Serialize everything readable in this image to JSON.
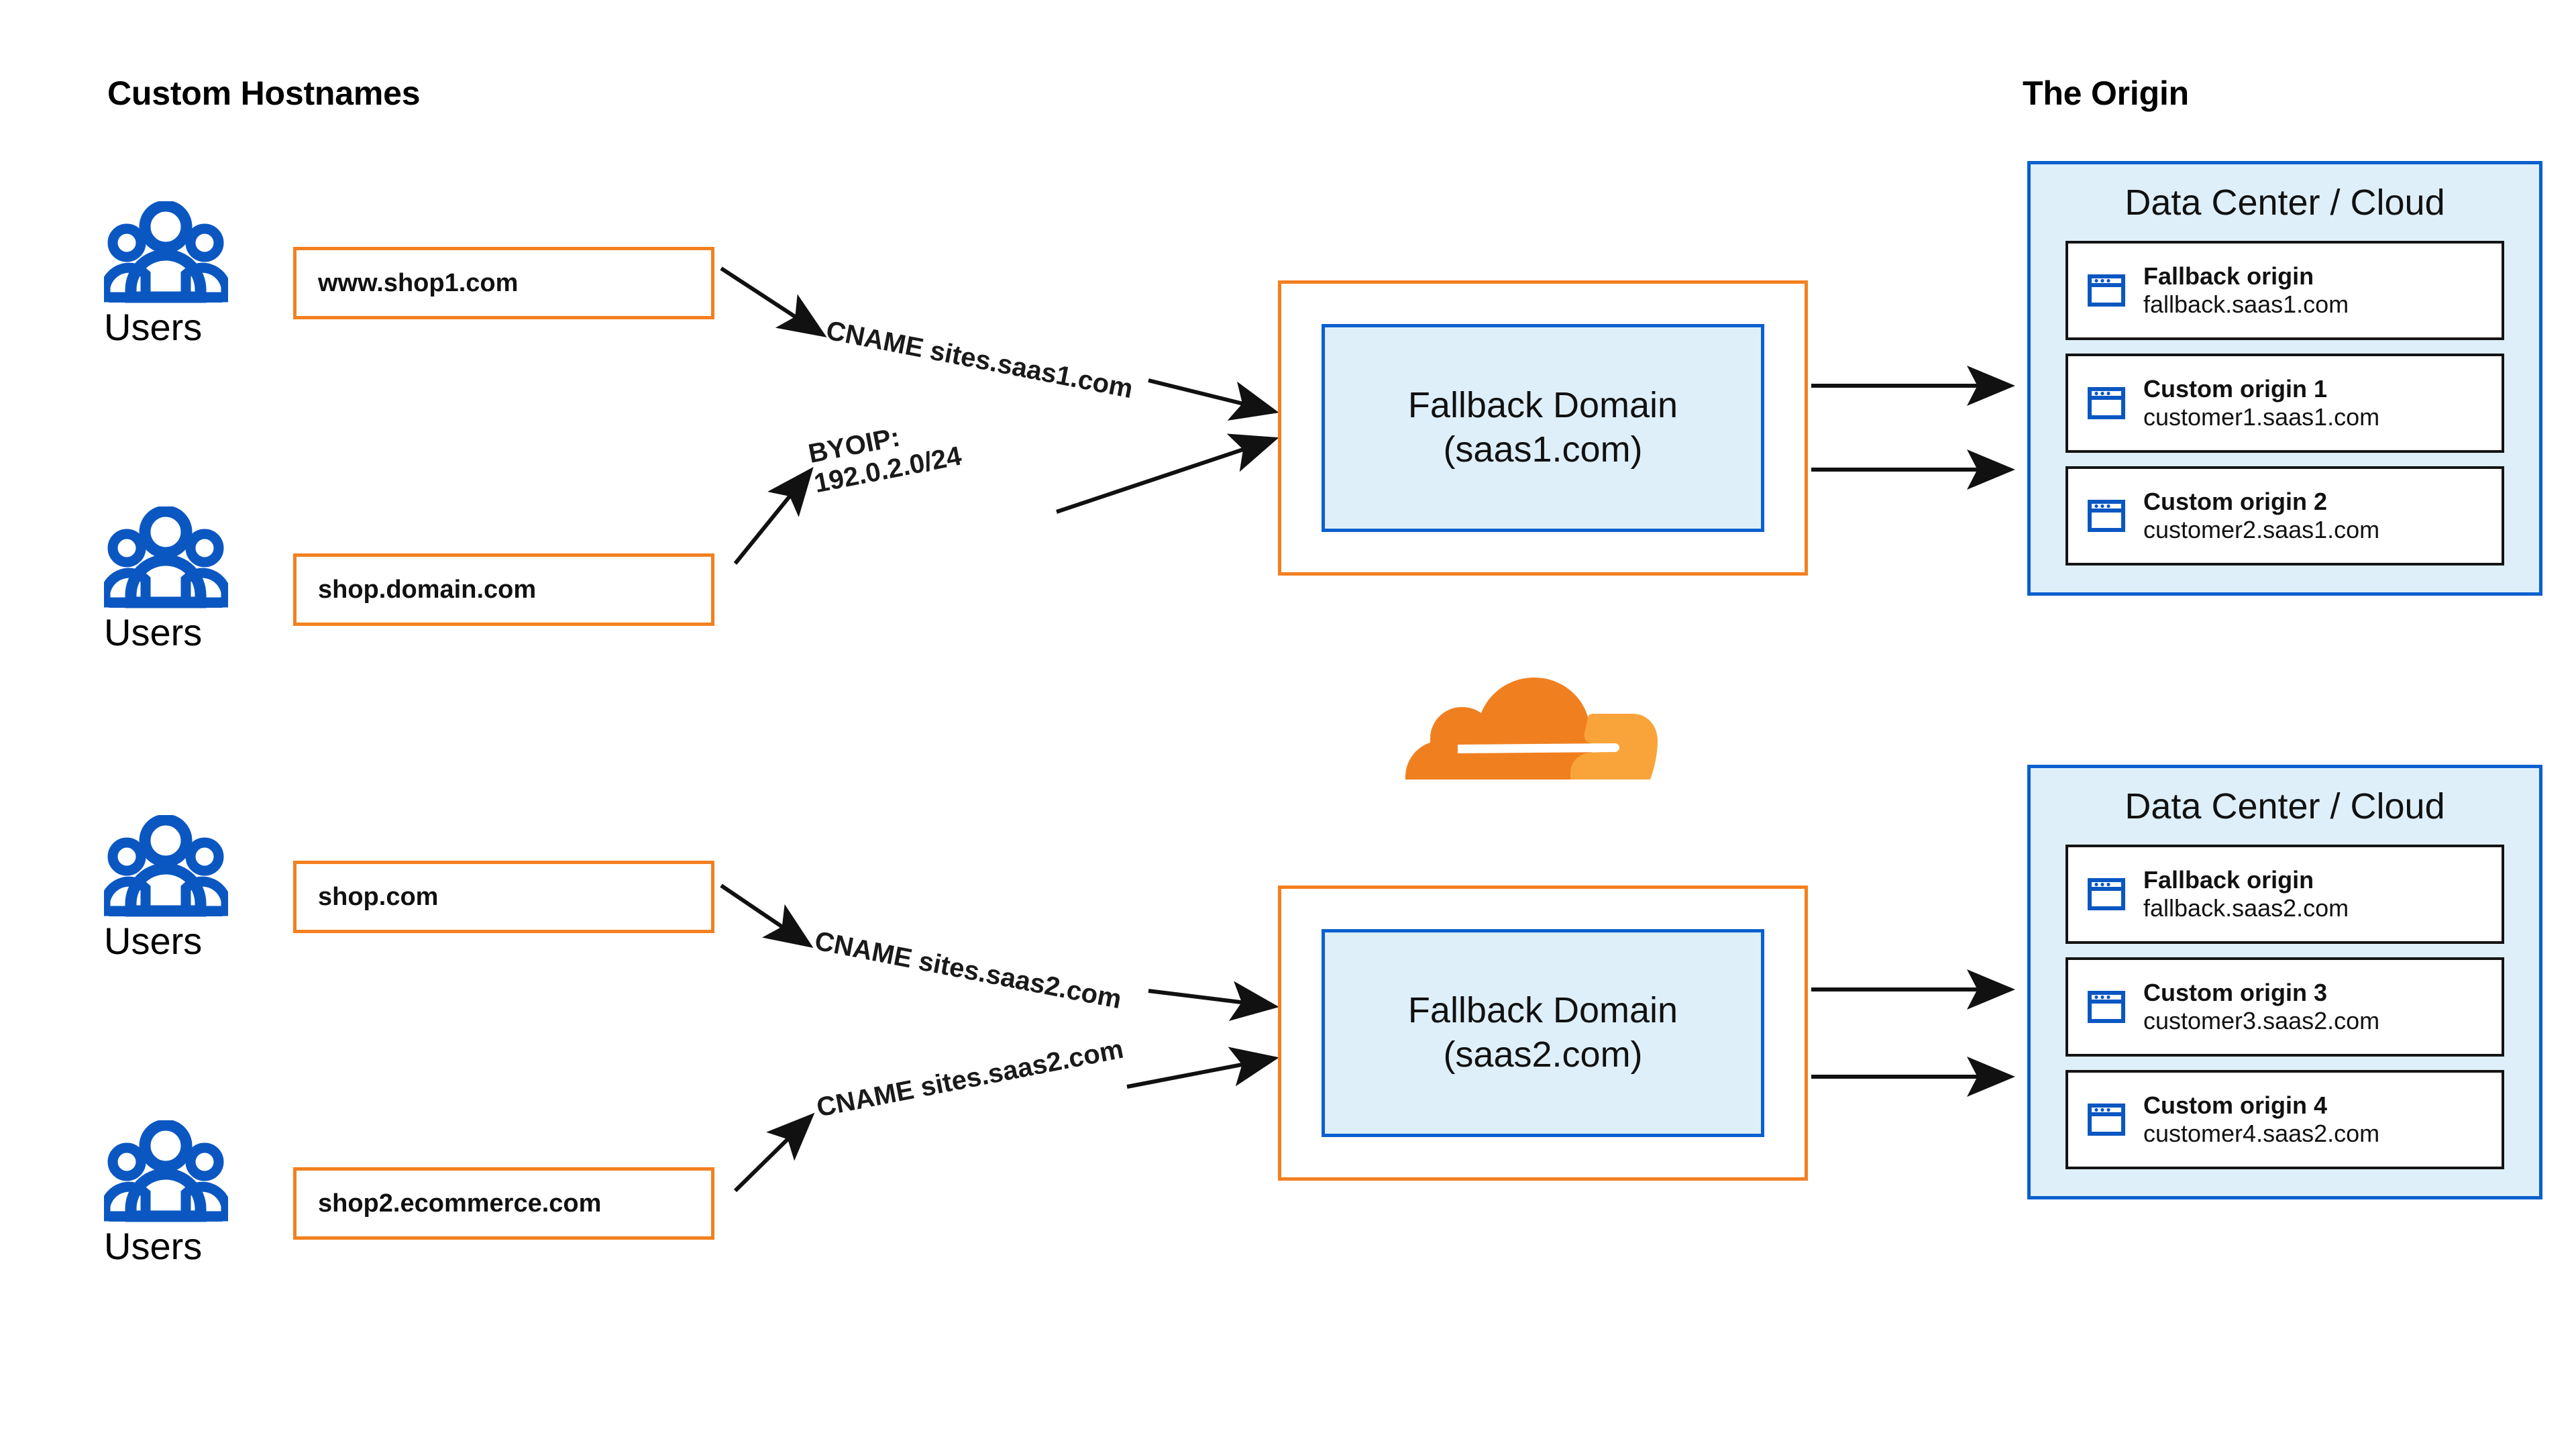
{
  "headings": {
    "left": "Custom Hostnames",
    "right": "The Origin"
  },
  "colors": {
    "orange_border": "#F38020",
    "blue_border": "#0A60CE",
    "blue_fill": "#DEEFFA",
    "icon_blue": "#0B57C2",
    "cloud_dark": "#F0801F",
    "cloud_light": "#F9A43B",
    "card_border": "#141414",
    "arrow": "#111111"
  },
  "user_groups": [
    {
      "icon": "users-icon",
      "label": "Users"
    },
    {
      "icon": "users-icon",
      "label": "Users"
    },
    {
      "icon": "users-icon",
      "label": "Users"
    },
    {
      "icon": "users-icon",
      "label": "Users"
    }
  ],
  "hostnames": [
    {
      "value": "www.shop1.com"
    },
    {
      "value": "shop.domain.com"
    },
    {
      "value": "shop.com"
    },
    {
      "value": "shop2.ecommerce.com"
    }
  ],
  "edge_labels": [
    {
      "text": "CNAME sites.saas1.com"
    },
    {
      "text": "BYOIP:\n192.0.2.0/24"
    },
    {
      "text": "CNAME sites.saas2.com"
    },
    {
      "text": "CNAME sites.saas2.com"
    }
  ],
  "fallback_domains": [
    {
      "title": "Fallback Domain",
      "domain": "(saas1.com)"
    },
    {
      "title": "Fallback Domain",
      "domain": "(saas2.com)"
    }
  ],
  "brand": {
    "logo": "cloudflare-cloud-logo"
  },
  "data_centers": [
    {
      "title": "Data Center / Cloud",
      "origins": [
        {
          "icon": "browser-window-icon",
          "name": "Fallback origin",
          "host": "fallback.saas1.com"
        },
        {
          "icon": "browser-window-icon",
          "name": "Custom origin 1",
          "host": "customer1.saas1.com"
        },
        {
          "icon": "browser-window-icon",
          "name": "Custom origin 2",
          "host": "customer2.saas1.com"
        }
      ]
    },
    {
      "title": "Data Center / Cloud",
      "origins": [
        {
          "icon": "browser-window-icon",
          "name": "Fallback origin",
          "host": "fallback.saas2.com"
        },
        {
          "icon": "browser-window-icon",
          "name": "Custom origin 3",
          "host": "customer3.saas2.com"
        },
        {
          "icon": "browser-window-icon",
          "name": "Custom origin 4",
          "host": "customer4.saas2.com"
        }
      ]
    }
  ]
}
